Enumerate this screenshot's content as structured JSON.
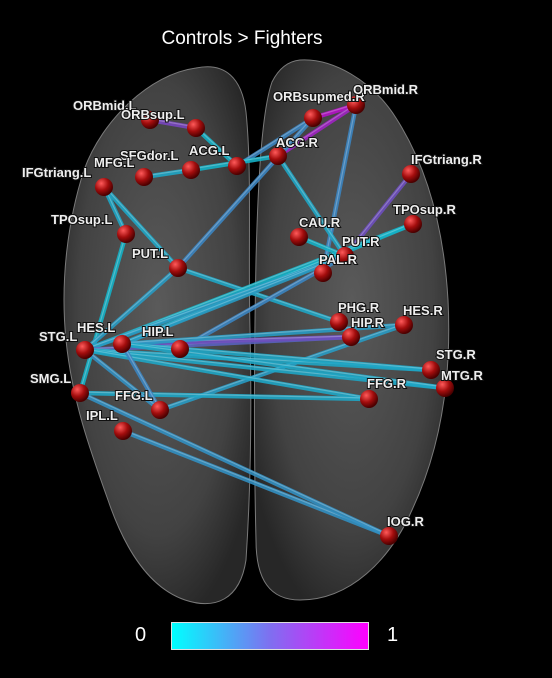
{
  "title": "Controls > Fighters",
  "colorbar": {
    "min_label": "0",
    "max_label": "1",
    "color_min": "#00ffff",
    "color_mid": "#7f6ff0",
    "color_max": "#ff00ff"
  },
  "colors": {
    "node": "#9b0d0d",
    "brain": "#5a5a5a",
    "edge_teal": "#1aa8a8",
    "edge_blue": "#2e7fd0",
    "edge_purple": "#8a34c8"
  },
  "nodes": [
    {
      "id": "ORBmid.L",
      "label": "ORBmid.L"
    },
    {
      "id": "ORBsup.L",
      "label": "ORBsup.L"
    },
    {
      "id": "SFGdor.L",
      "label": "SFGdor.L"
    },
    {
      "id": "ACG.L",
      "label": "ACG.L"
    },
    {
      "id": "MFG.L",
      "label": "MFG.L"
    },
    {
      "id": "IFGtriang.L",
      "label": "IFGtriang.L"
    },
    {
      "id": "TPOsup.L",
      "label": "TPOsup.L"
    },
    {
      "id": "PUT.L",
      "label": "PUT.L"
    },
    {
      "id": "ORBsupmed.R",
      "label": "ORBsupmed.R"
    },
    {
      "id": "ORBmid.R",
      "label": "ORBmid.R"
    },
    {
      "id": "ACG.R",
      "label": "ACG.R"
    },
    {
      "id": "IFGtriang.R",
      "label": "IFGtriang.R"
    },
    {
      "id": "TPOsup.R",
      "label": "TPOsup.R"
    },
    {
      "id": "CAU.R",
      "label": "CAU.R"
    },
    {
      "id": "PUT.R",
      "label": "PUT.R"
    },
    {
      "id": "PAL.R",
      "label": "PAL.R"
    },
    {
      "id": "PHG.R",
      "label": "PHG.R"
    },
    {
      "id": "HIP.R",
      "label": "HIP.R"
    },
    {
      "id": "HES.R",
      "label": "HES.R"
    },
    {
      "id": "STG.L",
      "label": "STG.L"
    },
    {
      "id": "HES.L",
      "label": "HES.L"
    },
    {
      "id": "HIP.L",
      "label": "HIP.L"
    },
    {
      "id": "SMG.L",
      "label": "SMG.L"
    },
    {
      "id": "FFG.L",
      "label": "FFG.L"
    },
    {
      "id": "IPL.L",
      "label": "IPL.L"
    },
    {
      "id": "STG.R",
      "label": "STG.R"
    },
    {
      "id": "MTG.R",
      "label": "MTG.R"
    },
    {
      "id": "FFG.R",
      "label": "FFG.R"
    },
    {
      "id": "IOG.R",
      "label": "IOG.R"
    }
  ],
  "edges": [
    {
      "from": "ORBmid.L",
      "to": "ORBsup.L",
      "weight": 0.6
    },
    {
      "from": "ORBsupmed.R",
      "to": "ORBmid.R",
      "weight": 0.9
    },
    {
      "from": "ORBmid.R",
      "to": "ACG.R",
      "weight": 0.8
    },
    {
      "from": "ORBmid.R",
      "to": "PAL.R",
      "weight": 0.3
    },
    {
      "from": "ORBsupmed.R",
      "to": "ACG.L",
      "weight": 0.3
    },
    {
      "from": "ORBsupmed.R",
      "to": "PUT.L",
      "weight": 0.3
    },
    {
      "from": "ACG.R",
      "to": "SFGdor.L",
      "weight": 0.1
    },
    {
      "from": "ACG.R",
      "to": "PUT.R",
      "weight": 0.15
    },
    {
      "from": "ACG.L",
      "to": "ORBsup.L",
      "weight": 0.1
    },
    {
      "from": "MFG.L",
      "to": "SFGdor.L",
      "weight": 0.15
    },
    {
      "from": "IFGtriang.L",
      "to": "TPOsup.L",
      "weight": 0.15
    },
    {
      "from": "TPOsup.L",
      "to": "SMG.L",
      "weight": 0.1
    },
    {
      "from": "PUT.L",
      "to": "STG.L",
      "weight": 0.2
    },
    {
      "from": "PUT.L",
      "to": "PHG.R",
      "weight": 0.15
    },
    {
      "from": "IFGtriang.R",
      "to": "PUT.R",
      "weight": 0.55
    },
    {
      "from": "TPOsup.R",
      "to": "STG.L",
      "weight": 0.1
    },
    {
      "from": "TPOsup.R",
      "to": "HES.L",
      "weight": 0.1
    },
    {
      "from": "PUT.R",
      "to": "STG.L",
      "weight": 0.2
    },
    {
      "from": "PUT.R",
      "to": "HES.L",
      "weight": 0.2
    },
    {
      "from": "PUT.R",
      "to": "HIP.L",
      "weight": 0.3
    },
    {
      "from": "PUT.R",
      "to": "CAU.R",
      "weight": 0.1
    },
    {
      "from": "HIP.R",
      "to": "STG.L",
      "weight": 0.45
    },
    {
      "from": "HIP.R",
      "to": "HES.L",
      "weight": 0.55
    },
    {
      "from": "HES.R",
      "to": "HES.L",
      "weight": 0.2
    },
    {
      "from": "HES.R",
      "to": "FFG.L",
      "weight": 0.2
    },
    {
      "from": "STG.R",
      "to": "STG.L",
      "weight": 0.15
    },
    {
      "from": "STG.R",
      "to": "HES.L",
      "weight": 0.15
    },
    {
      "from": "MTG.R",
      "to": "STG.L",
      "weight": 0.15
    },
    {
      "from": "MTG.R",
      "to": "HES.L",
      "weight": 0.15
    },
    {
      "from": "FFG.R",
      "to": "STG.L",
      "weight": 0.15
    },
    {
      "from": "FFG.R",
      "to": "SMG.L",
      "weight": 0.15
    },
    {
      "from": "HES.L",
      "to": "FFG.L",
      "weight": 0.3
    },
    {
      "from": "STG.L",
      "to": "FFG.L",
      "weight": 0.25
    },
    {
      "from": "IPL.L",
      "to": "IOG.R",
      "weight": 0.25
    },
    {
      "from": "SMG.L",
      "to": "IOG.R",
      "weight": 0.25
    },
    {
      "from": "IFGtriang.L",
      "to": "PUT.L",
      "weight": 0.15
    }
  ]
}
